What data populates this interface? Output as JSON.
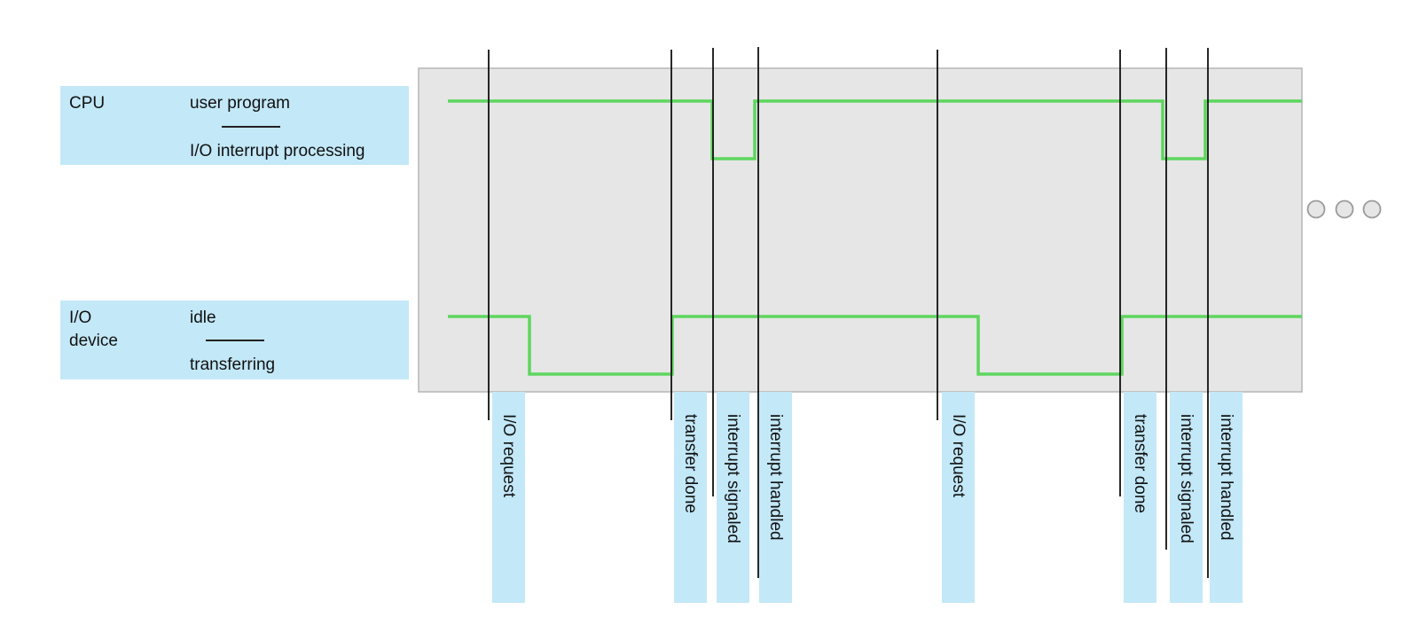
{
  "cpu": {
    "label": "CPU",
    "upper_state": "user program",
    "lower_state": "I/O interrupt processing"
  },
  "io": {
    "label_line1": "I/O",
    "label_line2": "device",
    "upper_state": "idle",
    "lower_state": "transferring"
  },
  "events": [
    {
      "label": "I/O request"
    },
    {
      "label": "transfer done"
    },
    {
      "label": "interrupt signaled"
    },
    {
      "label": "interrupt handled"
    },
    {
      "label": "I/O request"
    },
    {
      "label": "transfer done"
    },
    {
      "label": "interrupt signaled"
    },
    {
      "label": "interrupt handled"
    }
  ],
  "colors": {
    "signal": "#5dd65d",
    "label_bg": "#c3e8f8",
    "timeline_bg": "#e6e6e6"
  },
  "continuation_icon": "ellipsis-circles"
}
